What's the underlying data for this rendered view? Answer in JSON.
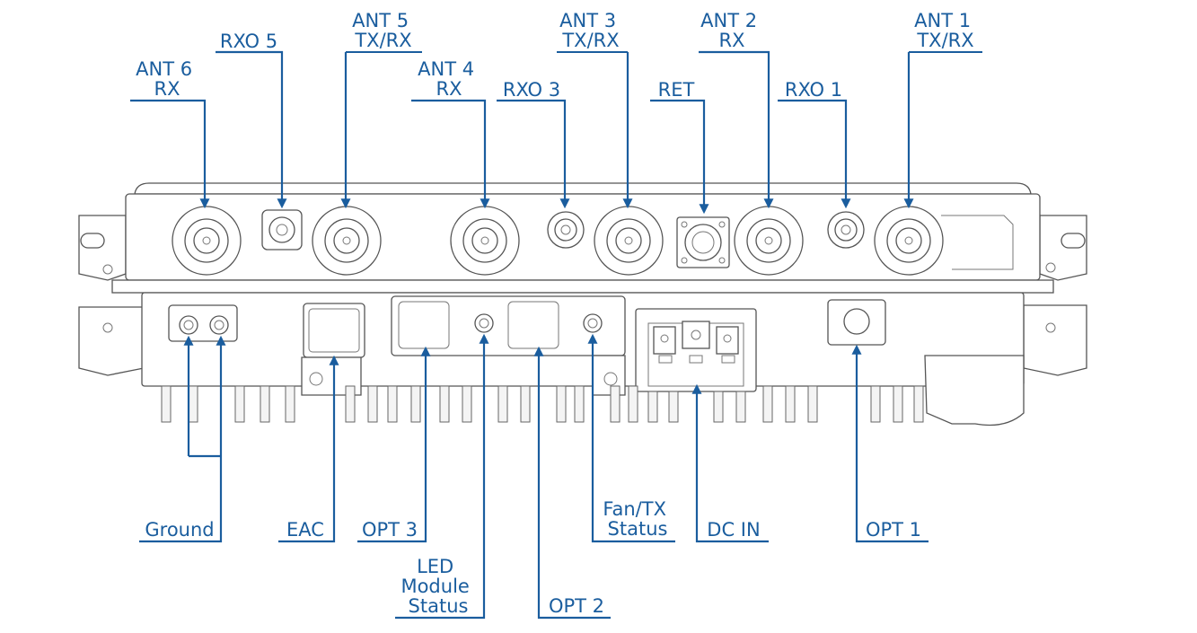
{
  "colors": {
    "accent": "#1a5d9e",
    "outline": "#555555"
  },
  "labels": {
    "ant6": [
      "ANT 6",
      "RX"
    ],
    "rxo5": [
      "RXO 5"
    ],
    "ant5": [
      "ANT 5",
      "TX/RX"
    ],
    "ant4": [
      "ANT 4",
      "RX"
    ],
    "rxo3": [
      "RXO 3"
    ],
    "ant3": [
      "ANT 3",
      "TX/RX"
    ],
    "ret": [
      "RET"
    ],
    "ant2": [
      "ANT 2",
      "RX"
    ],
    "rxo1": [
      "RXO 1"
    ],
    "ant1": [
      "ANT 1",
      "TX/RX"
    ],
    "ground": [
      "Ground"
    ],
    "eac": [
      "EAC"
    ],
    "opt3": [
      "OPT 3"
    ],
    "led": [
      "LED",
      "Module",
      "Status"
    ],
    "opt2": [
      "OPT 2"
    ],
    "fan": [
      "Fan/TX",
      "Status"
    ],
    "dcin": [
      "DC IN"
    ],
    "opt1": [
      "OPT 1"
    ]
  }
}
